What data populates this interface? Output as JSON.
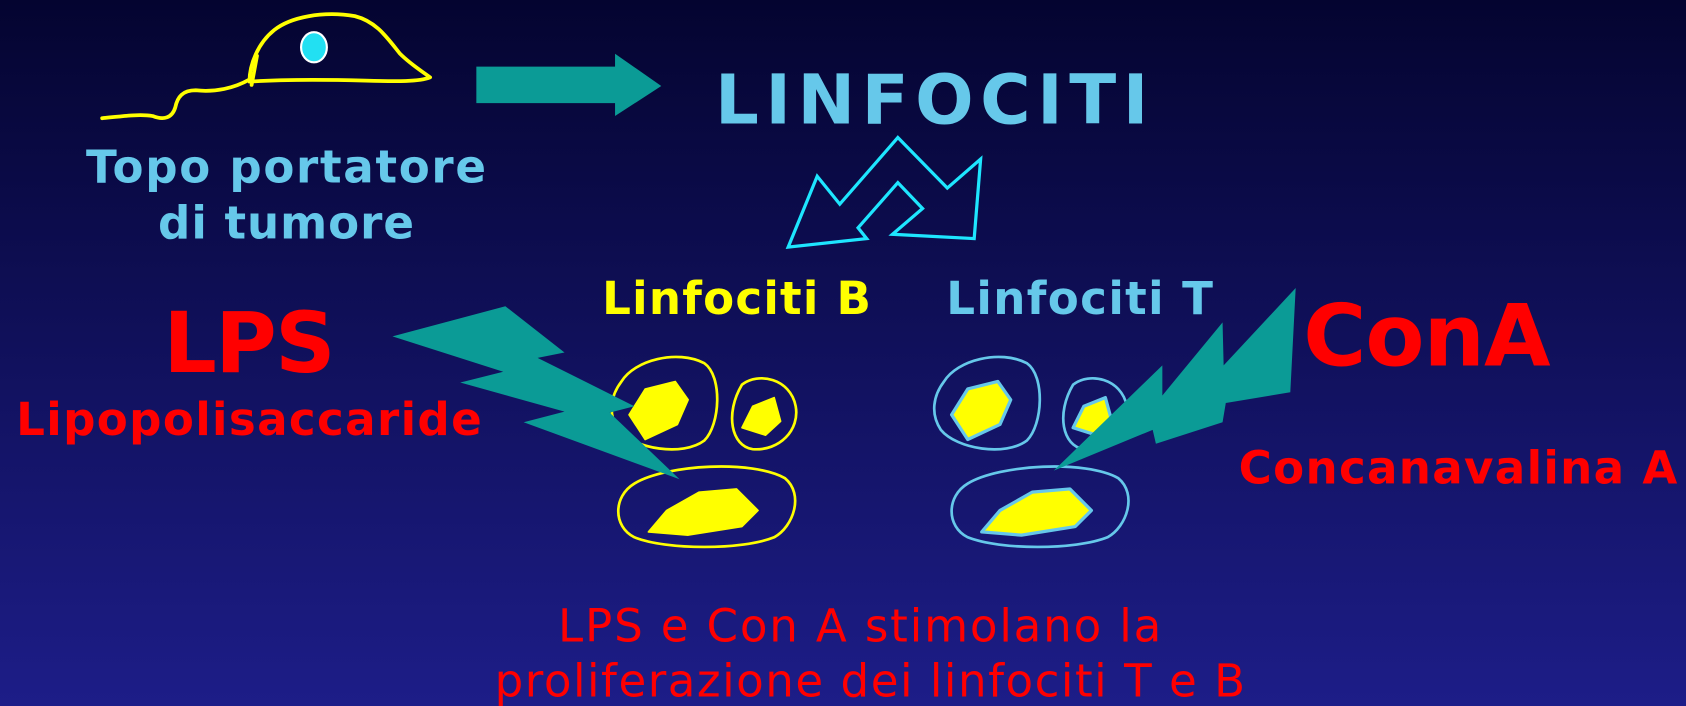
{
  "colors": {
    "background_top": "#040430",
    "background_bottom": "#1d1d88",
    "teal": "#0b9b96",
    "cyan_outline": "#1ee6ff",
    "light_blue": "#66c8ea",
    "yellow": "#ffff00",
    "red": "#ff0000",
    "eye_fill": "#22e0f2",
    "eye_outline": "#ffffff"
  },
  "source": {
    "line1": "Topo portatore",
    "line2": "di tumore"
  },
  "title": "LINFOCITI",
  "lymphocytes": {
    "b_label": "Linfociti B",
    "t_label": "Linfociti T"
  },
  "lps": {
    "abbrev": "LPS",
    "full_name": "Lipopolisaccaride"
  },
  "cona": {
    "abbrev": "ConA",
    "full_name": "Concanavalina A"
  },
  "caption": {
    "line1": "LPS e Con A stimolano la",
    "line2": "proliferazione dei linfociti T e B"
  }
}
